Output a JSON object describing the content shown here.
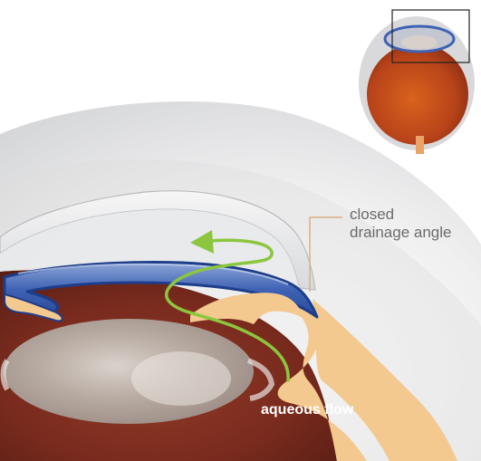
{
  "labels": {
    "closed_drainage_angle": {
      "line1": "closed",
      "line2": "drainage angle"
    },
    "aqueous_flow": "aqueous flow"
  },
  "colors": {
    "sclera_gray": "#d7d7d9",
    "cornea_edge": "#b9bbbd",
    "iris_blue": "#3e62b4",
    "iris_outline": "#1e3d8a",
    "tissue_tan": "#f3c98f",
    "interior_brown": "#7a2b1e",
    "lens_gray": "#c9c2bd",
    "flow_arrow_green": "#8cc63f",
    "leader_line": "#d9b088",
    "label_gray": "#6b6b6b"
  },
  "inset": {
    "description_icons": [
      "eyeball-icon",
      "optic-nerve-icon",
      "zoom-frame-icon"
    ]
  }
}
